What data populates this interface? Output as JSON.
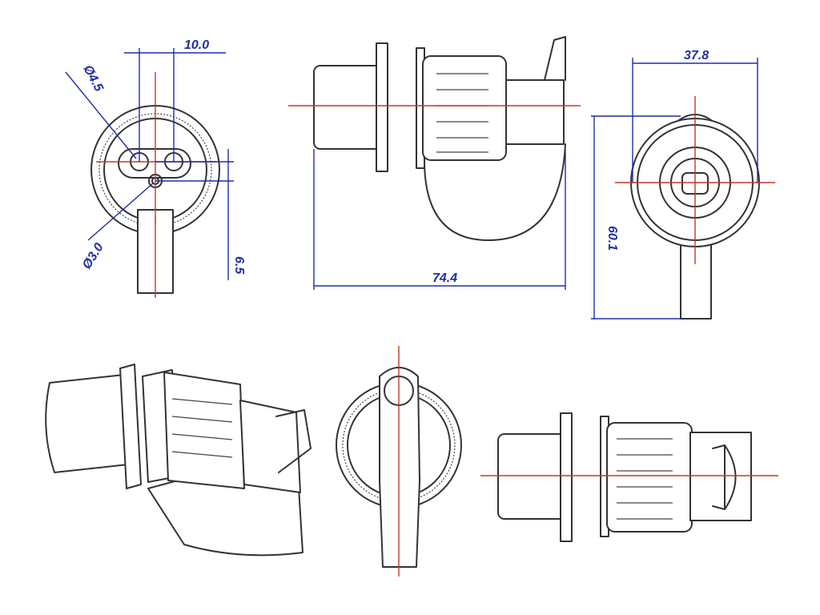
{
  "dimensions": {
    "width_10": "10.0",
    "dia_4_5": "Ø4.5",
    "dia_3_0": "Ø3.0",
    "depth_6_5": "6.5",
    "length_74_4": "74.4",
    "width_37_8": "37.8",
    "height_60_1": "60.1"
  },
  "colors": {
    "outline": "#333333",
    "centerline": "#c0392b",
    "dimension": "#1f2ea6"
  },
  "views": [
    "front-view",
    "side-view",
    "end-view",
    "isometric-view",
    "rear-view",
    "top-view"
  ]
}
